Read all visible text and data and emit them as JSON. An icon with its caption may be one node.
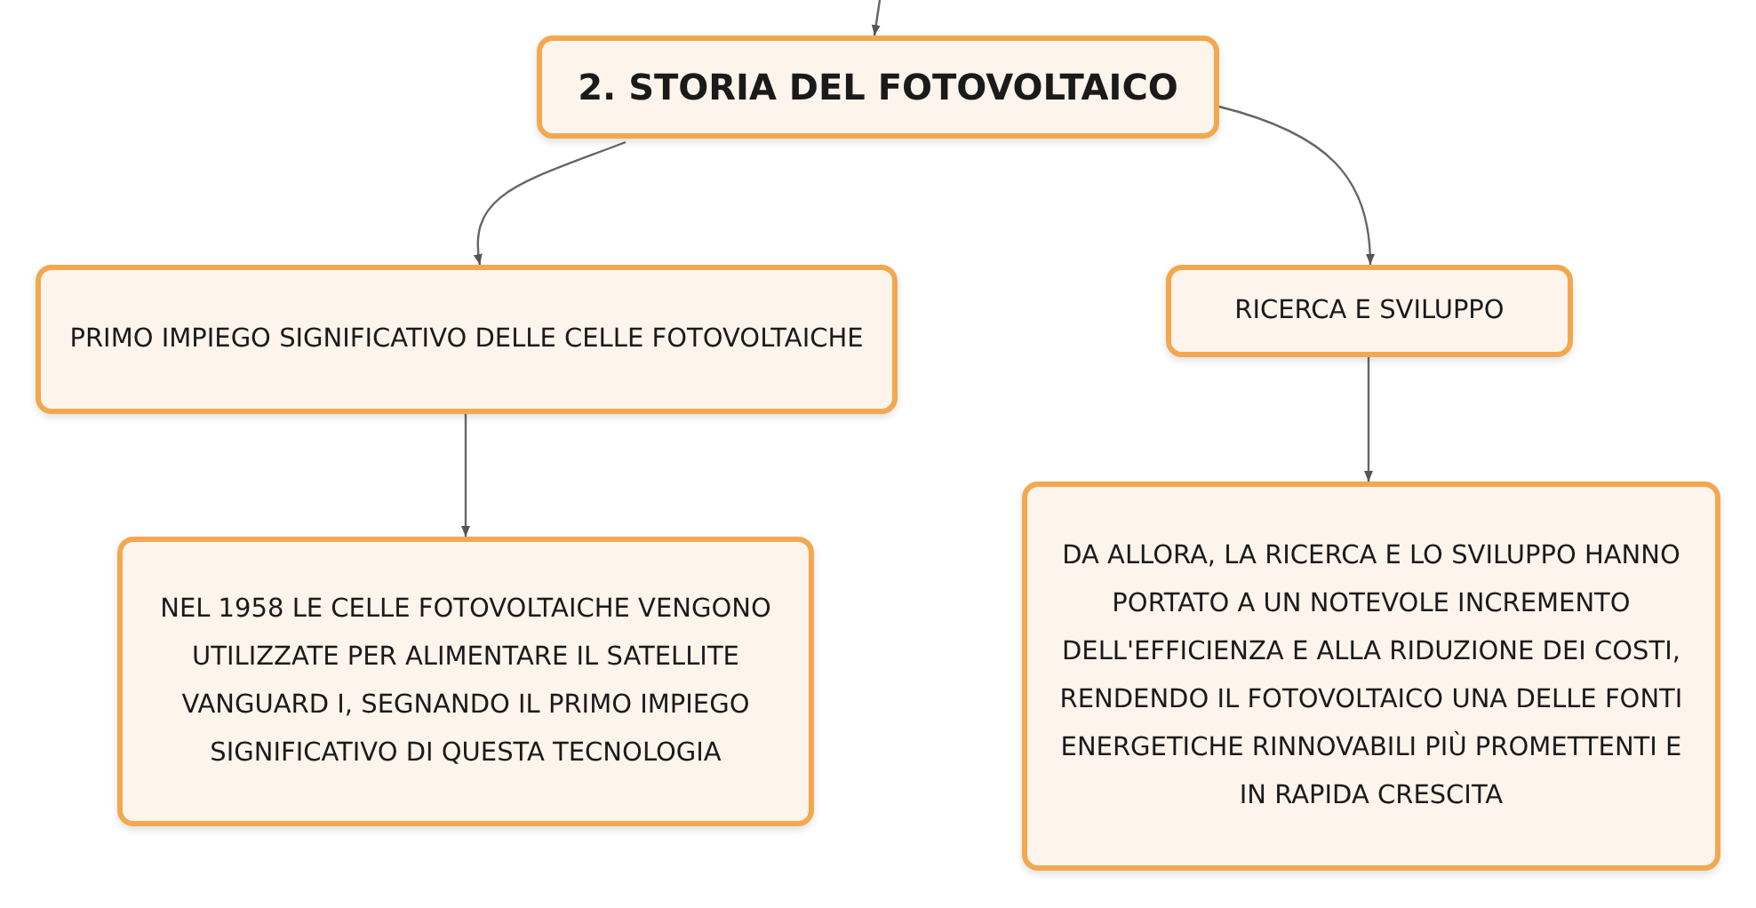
{
  "diagram": {
    "nodes": [
      {
        "text": [
          "2. STORIA DEL FOTOVOLTAICO"
        ]
      },
      {
        "text": [
          "PRIMO IMPIEGO SIGNIFICATIVO DELLE CELLE FOTOVOLTAICHE"
        ]
      },
      {
        "text": [
          "RICERCA E SVILUPPO"
        ]
      },
      {
        "text": [
          "NEL 1958 LE CELLE FOTOVOLTAICHE VENGONO UTILIZZATE PER ALIMENTARE IL SATELLITE VANGUARD I, SEGNANDO IL PRIMO IMPIEGO SIGNIFICATIVO DI QUESTA TECNOLOGIA"
        ]
      },
      {
        "text": [
          "DA ALLORA, LA RICERCA E LO SVILUPPO HANNO PORTATO A UN NOTEVOLE INCREMENTO DELL'EFFICIENZA E ALLA RIDUZIONE DEI COSTI, RENDENDO IL FOTOVOLTAICO UNA DELLE FONTI ENERGETICHE RINNOVABILI PIÙ PROMETTENTI E IN RAPIDA CRESCITA"
        ]
      }
    ],
    "edges": [
      {
        "from": null,
        "to": 0,
        "arrow": "to"
      },
      {
        "from": 0,
        "to": 1,
        "arrow": "to"
      },
      {
        "from": 0,
        "to": 2,
        "arrow": "to"
      },
      {
        "from": 1,
        "to": 3,
        "arrow": "to"
      },
      {
        "from": 2,
        "to": 4,
        "arrow": "to"
      }
    ]
  }
}
